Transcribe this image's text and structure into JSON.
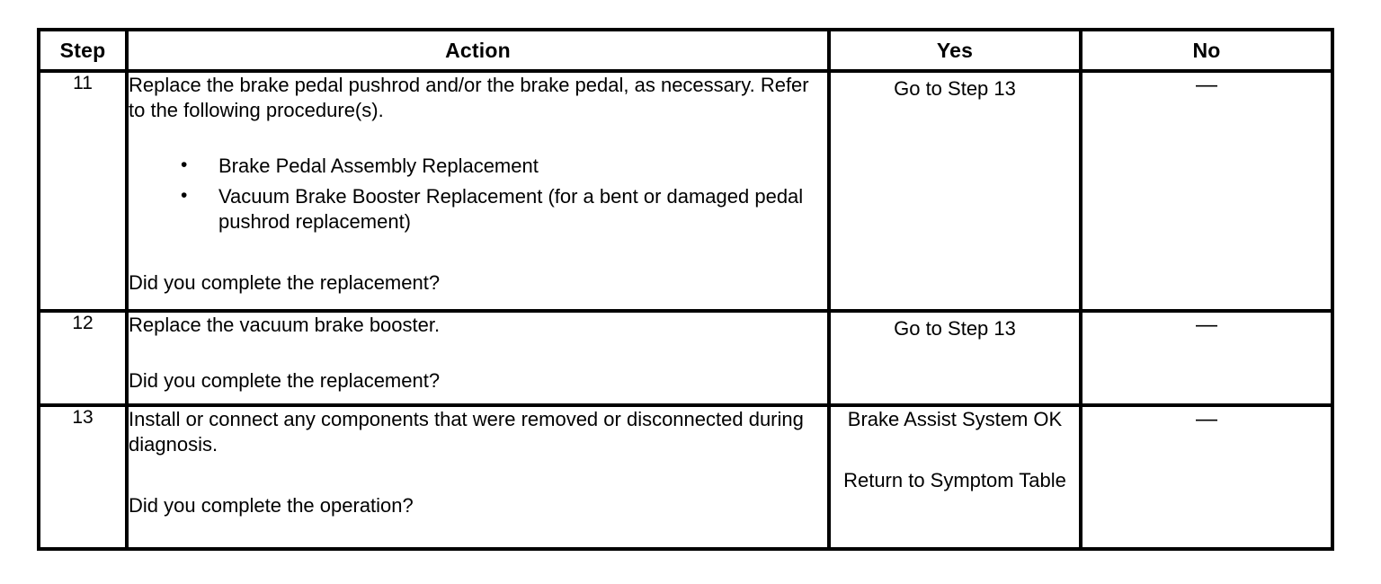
{
  "table": {
    "headers": {
      "step": "Step",
      "action": "Action",
      "yes": "Yes",
      "no": "No"
    },
    "rows": [
      {
        "step": "11",
        "action_lead": "Replace the brake pedal pushrod and/or the brake pedal, as necessary. Refer to the following procedure(s).",
        "bullets": [
          "Brake Pedal Assembly Replacement",
          "Vacuum Brake Booster Replacement (for a bent or damaged pedal pushrod replacement)"
        ],
        "question": "Did you complete the replacement?",
        "yes": "Go to Step 13",
        "no": "—"
      },
      {
        "step": "12",
        "action_lead": "Replace the vacuum brake booster.",
        "question": "Did you complete the replacement?",
        "yes": "Go to Step 13",
        "no": "—"
      },
      {
        "step": "13",
        "action_lead": "Install or connect any components that were removed or disconnected during diagnosis.",
        "question": "Did you complete the operation?",
        "yes_primary": "Brake Assist System OK",
        "yes_secondary": "Return to Symptom Table",
        "no": "—"
      }
    ]
  },
  "colors": {
    "border": "#000000",
    "text": "#000000",
    "background": "#ffffff"
  }
}
